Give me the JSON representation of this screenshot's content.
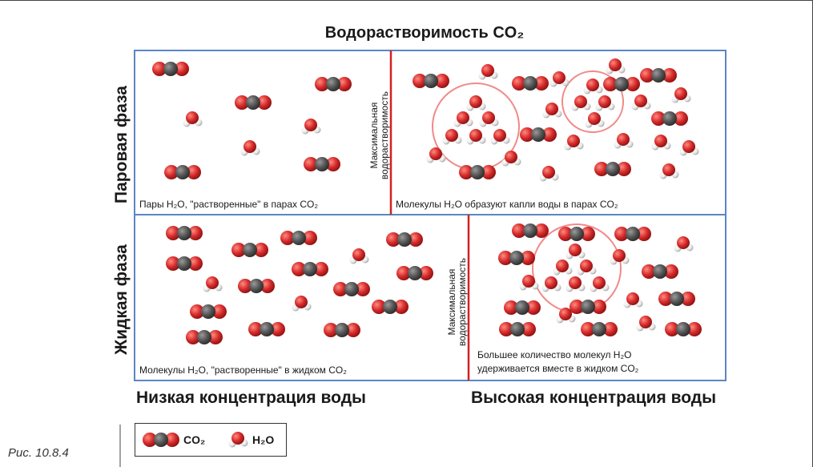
{
  "title": "Водорастворимость CO₂",
  "side_labels": {
    "top": "Паровая фаза",
    "bottom": "Жидкая фаза"
  },
  "bottom_labels": {
    "left": "Низкая концентрация воды",
    "right": "Высокая концентрация воды"
  },
  "max_label": {
    "line1": "Максимальная",
    "line2": "водорастворимость"
  },
  "captions": {
    "vapor_left": "Пары H₂O, \"растворенные\" в парах CO₂",
    "vapor_right": "Молекулы H₂O образуют капли воды в парах CO₂",
    "liquid_left": "Молекулы H₂O, \"растворенные\" в жидком CO₂",
    "liquid_right_1": "Большее количество молекул H₂O",
    "liquid_right_2": "удерживается вместе в жидком CO₂"
  },
  "legend": {
    "co2": "CO₂",
    "h2o": "H₂O"
  },
  "figure_label": "Рис. 10.8.4",
  "colors": {
    "frame": "#5b86c5",
    "divider": "#d42020",
    "oxygen": "#d62b2b",
    "carbon": "#555555",
    "hydrogen": "#f0f0f0",
    "circle": "#f08a8a"
  },
  "icons": {
    "co2": "co2-molecule-icon",
    "h2o": "h2o-molecule-icon"
  }
}
